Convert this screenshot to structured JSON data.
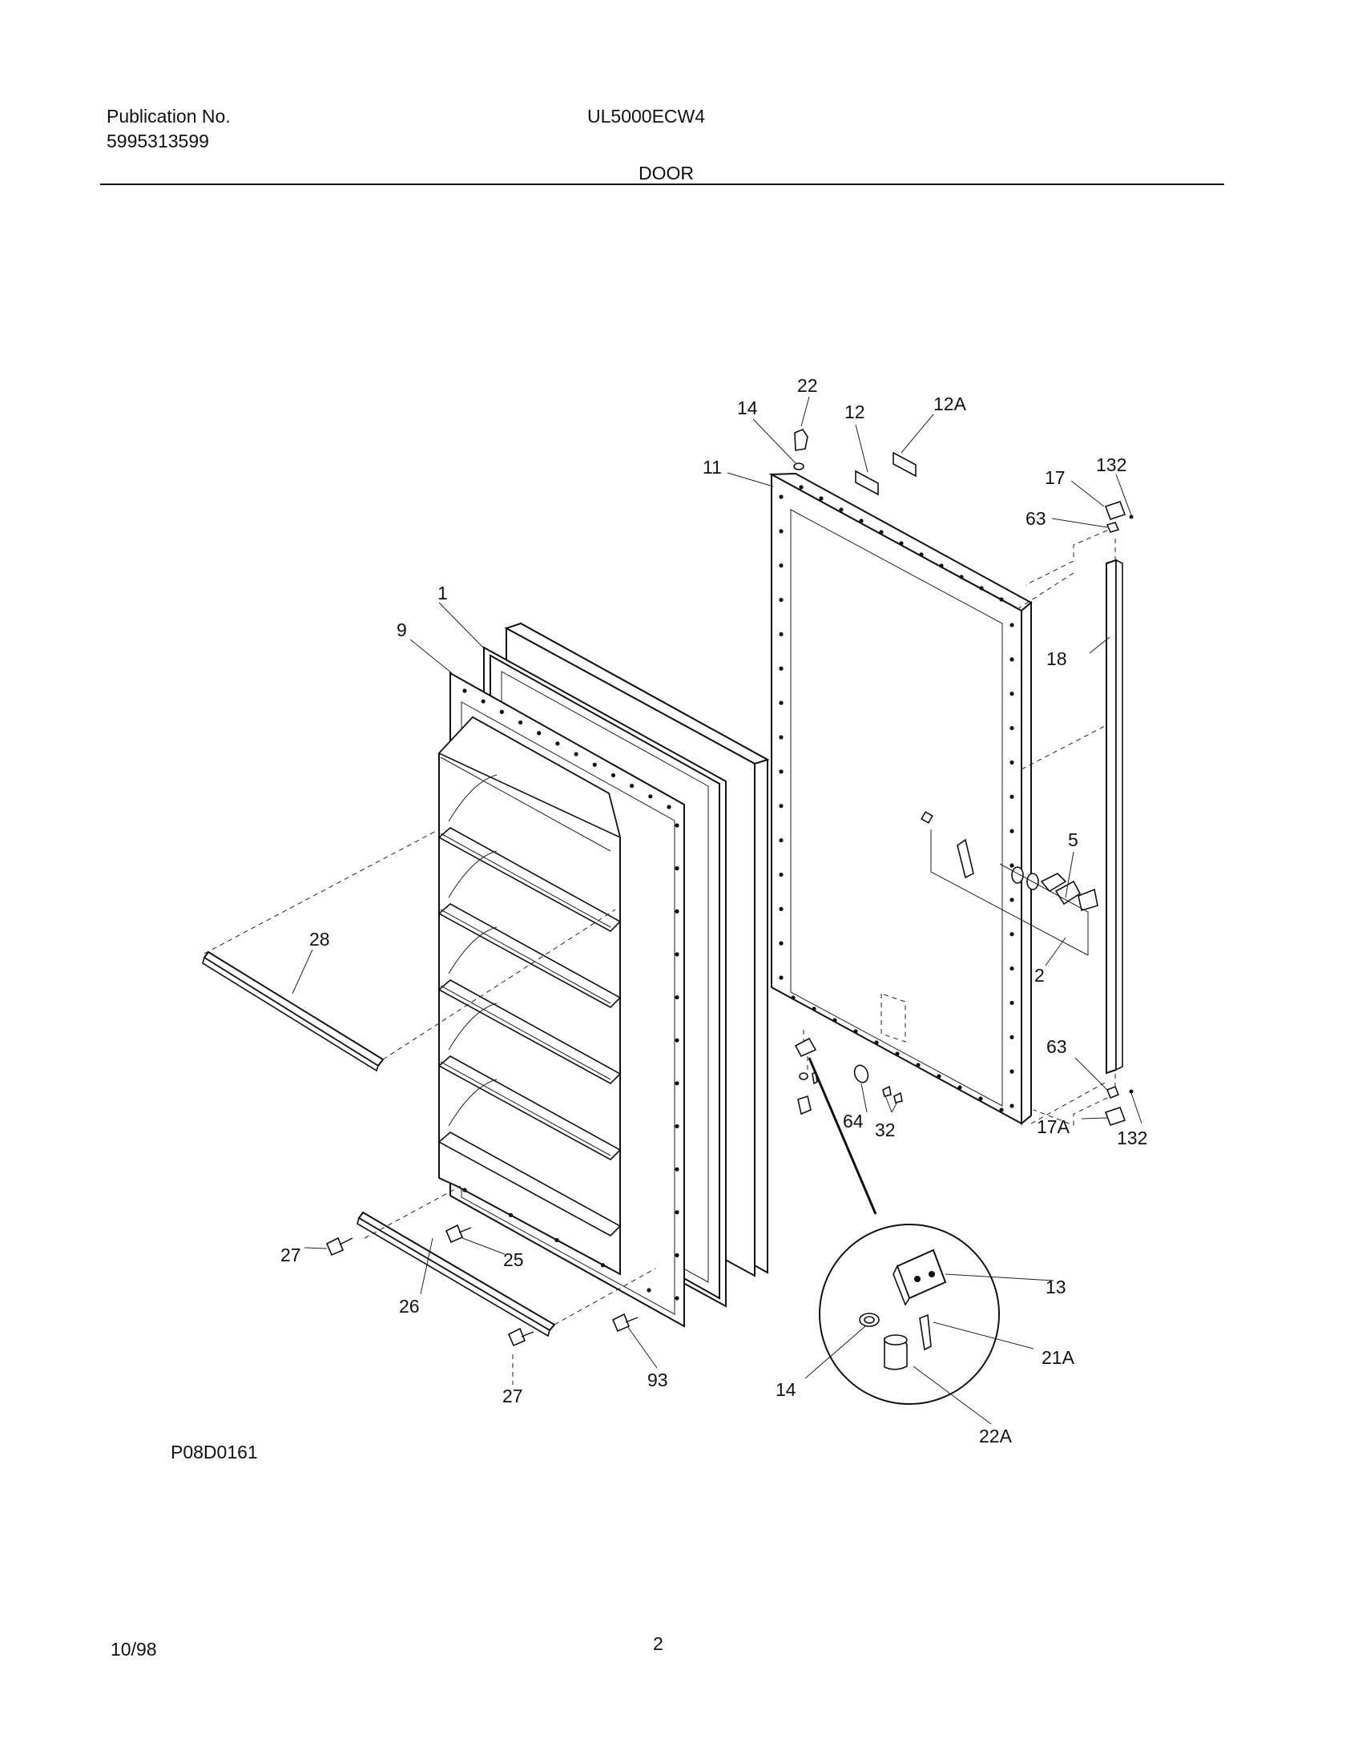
{
  "header": {
    "publication_label": "Publication No.",
    "publication_number": "5995313599",
    "model": "UL5000ECW4",
    "section": "DOOR"
  },
  "diagram": {
    "code": "P08D0161",
    "callouts": {
      "c1": "1",
      "c9": "9",
      "c11": "11",
      "c12": "12",
      "c12a": "12A",
      "c14_top": "14",
      "c22": "22",
      "c17": "17",
      "c132_top": "132",
      "c63_top": "63",
      "c18": "18",
      "c5": "5",
      "c2": "2",
      "c28": "28",
      "c63_bottom": "63",
      "c17a": "17A",
      "c132_bottom": "132",
      "c64": "64",
      "c32": "32",
      "c27_left": "27",
      "c25": "25",
      "c26": "26",
      "c27_bottom": "27",
      "c93": "93",
      "c13": "13",
      "c21a": "21A",
      "c14_detail": "14",
      "c22a": "22A"
    }
  },
  "footer": {
    "date": "10/98",
    "page": "2"
  }
}
